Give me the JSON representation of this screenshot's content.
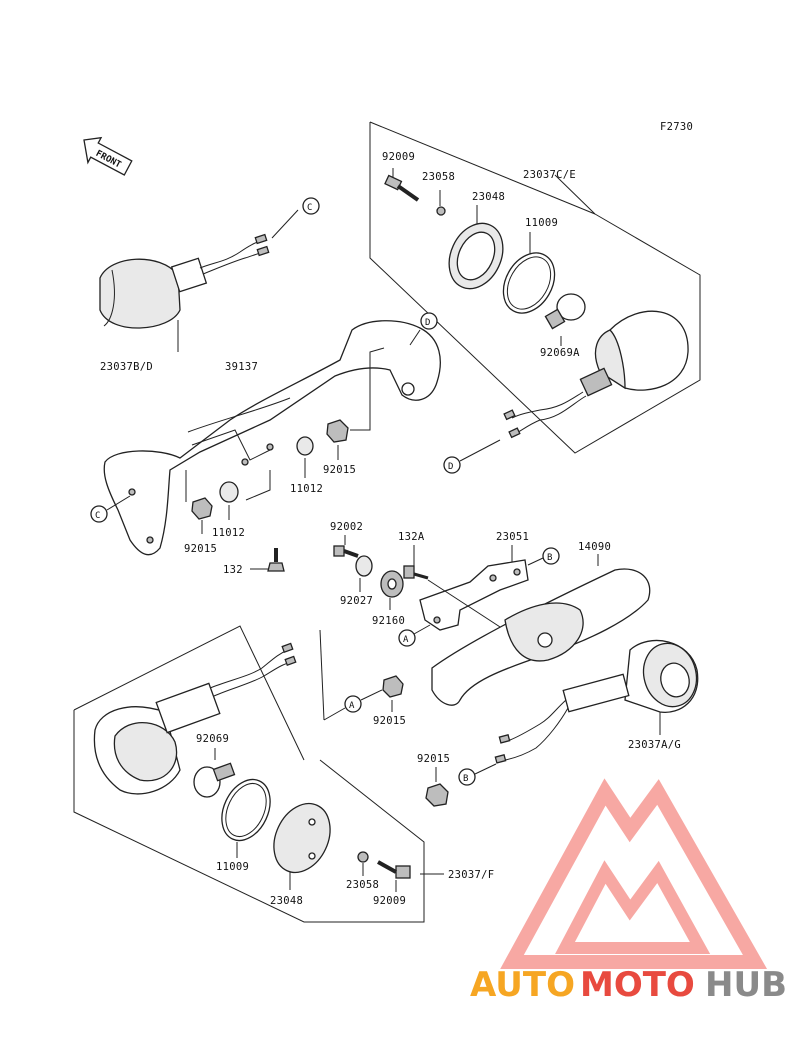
{
  "figure_code": "F2730",
  "front_label": "FRONT",
  "parts": {
    "p23037CE": "23037C/E",
    "p92009_top": "92009",
    "p23058_top": "23058",
    "p23048_top": "23048",
    "p11009_top": "11009",
    "p92069A": "92069A",
    "p23037BD": "23037B/D",
    "p39137": "39137",
    "p11012_a": "11012",
    "p92015_a": "92015",
    "p11012_b": "11012",
    "p92015_b": "92015",
    "p132": "132",
    "p92002": "92002",
    "p132A": "132A",
    "p23051": "23051",
    "p14090": "14090",
    "p92027": "92027",
    "p92160": "92160",
    "p92015_c": "92015",
    "p92069": "92069",
    "p23037AG": "23037A/G",
    "p92015_d": "92015",
    "p11009_bot": "11009",
    "p23048_bot": "23048",
    "p23058_bot": "23058",
    "p92009_bot": "92009",
    "p23037F": "23037/F"
  },
  "callouts": {
    "c1": "C",
    "c2": "C",
    "d1": "D",
    "d2": "D",
    "b1": "B",
    "b2": "B",
    "a1": "A",
    "a2": "A"
  },
  "watermark": {
    "auto": "AUTO",
    "moto": "MOTO",
    "hub": "HUB",
    "colors": {
      "orange": "#f6a623",
      "red": "#e84a3f",
      "grey": "#8a8a8a"
    }
  }
}
